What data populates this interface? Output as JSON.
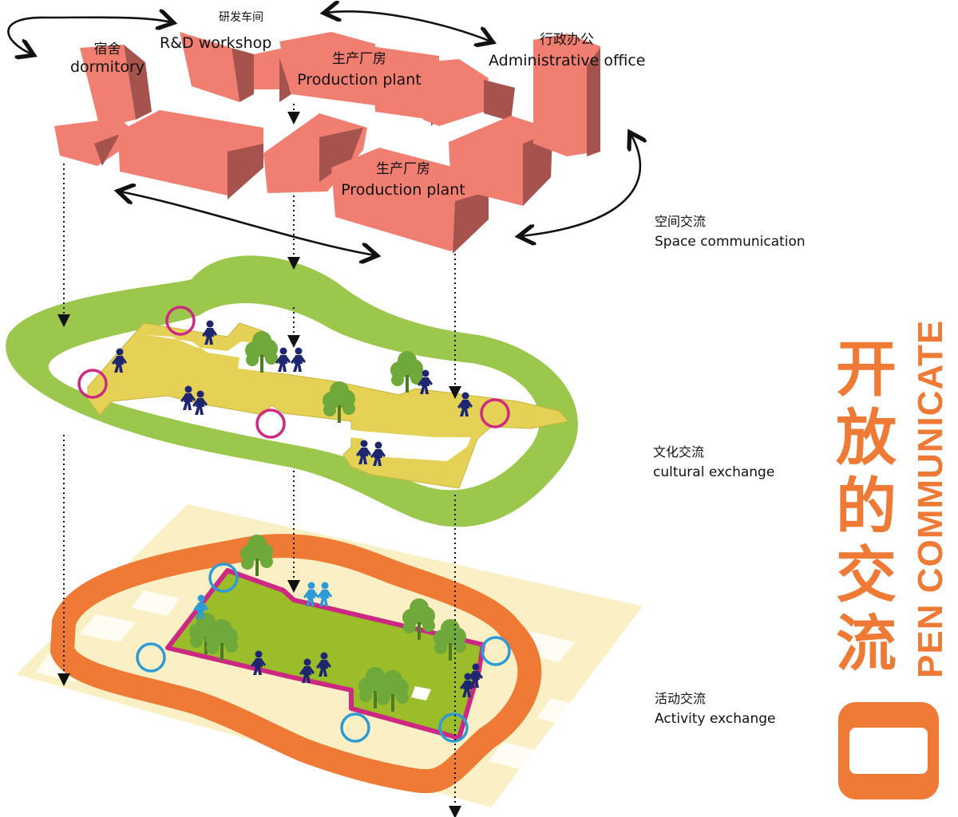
{
  "labels": {
    "rd": {
      "cn": "研发车间",
      "en": "R&D workshop"
    },
    "dorm": {
      "cn": "宿舍",
      "en": "dormitory"
    },
    "prod1": {
      "cn": "生产厂房",
      "en": "Production plant"
    },
    "admin": {
      "cn": "行政办公",
      "en": "Administrative office"
    },
    "prod2": {
      "cn": "生产厂房",
      "en": "Production plant"
    }
  },
  "layers": [
    {
      "cn": "空间交流",
      "en": "Space communication"
    },
    {
      "cn": "文化交流",
      "en": "cultural exchange"
    },
    {
      "cn": "活动交流",
      "en": "Activity exchange"
    }
  ],
  "title": {
    "cn": "开放的交流",
    "en": "PEN COMMUNICATE"
  },
  "colors": {
    "building": "#f07f72",
    "building_shade": "#a5534c",
    "green_ring": "#9bc84c",
    "culture_path": "#e6d157",
    "orange_ring": "#ee7a35",
    "activity_field": "#9bbd2a",
    "magenta": "#cc2a82",
    "blue_circle": "#2f9bd6",
    "person": "#1f2670",
    "tree": "#6fa83b",
    "ground": "#fbeebf",
    "title": "#ee7a35"
  },
  "icons": [
    "double-arrow-icon",
    "person-icon",
    "tree-icon",
    "runner-icon",
    "node-circle-icon"
  ]
}
